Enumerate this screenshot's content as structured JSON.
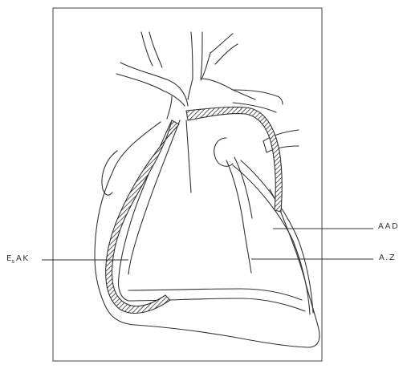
{
  "labels": {
    "aad": "AAD",
    "az": "A.Z",
    "esak_main": "E",
    "esak_sub": "s",
    "esak_rest": "AK"
  },
  "colors": {
    "ink": "#333333",
    "frame": "#555555",
    "background": "#ffffff"
  }
}
